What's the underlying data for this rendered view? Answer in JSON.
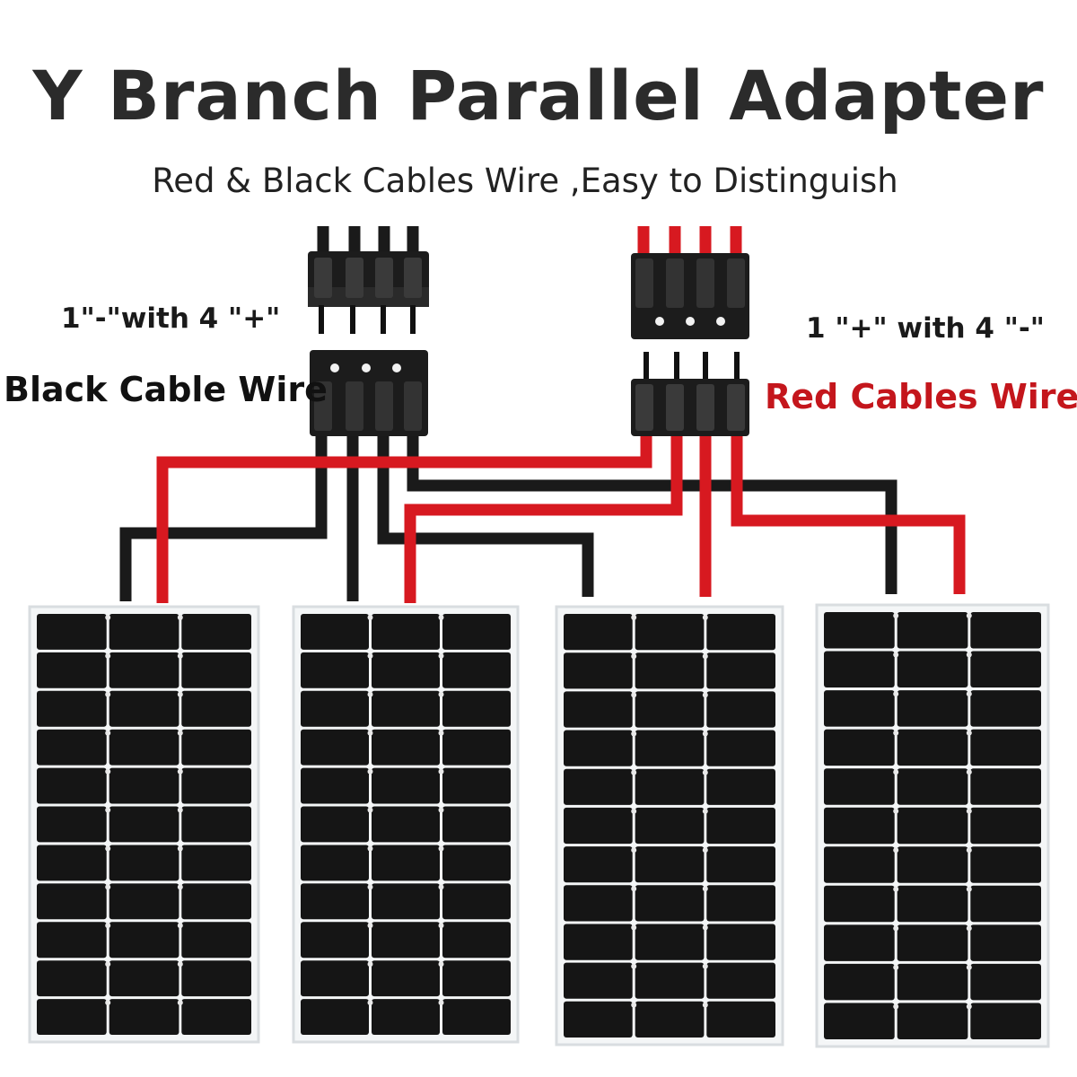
{
  "title": "Y Branch Parallel Adapter",
  "subtitle": "Red & Black Cables Wire ,Easy to Distinguish",
  "left_connector": {
    "note": "1\"-\"with 4 \"+\"",
    "label": "Black Cable Wire"
  },
  "right_connector": {
    "note": "1 \"+\" with 4 \"-\"",
    "label": "Red Cables Wire"
  },
  "colors": {
    "red_wire": "#d71920",
    "black_wire": "#1a1a1a",
    "panel_frame": "#d9dde0",
    "panel_cell": "#151515"
  },
  "panel_count": 4
}
